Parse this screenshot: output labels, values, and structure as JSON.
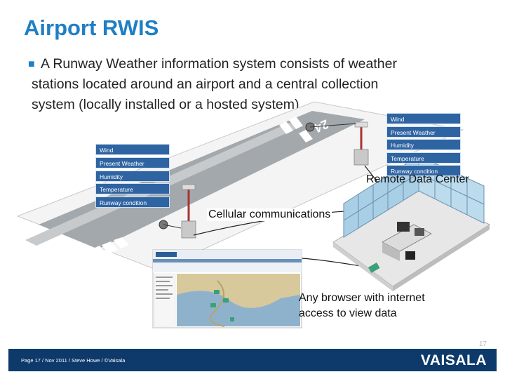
{
  "slide": {
    "title": "Airport RWIS",
    "bullet": [
      "A Runway Weather information system consists of weather",
      "stations located around an airport and a central collection",
      "system (locally installed or a hosted system)."
    ]
  },
  "station_right": {
    "params": [
      "Wind",
      "Present Weather",
      "Humidity",
      "Temperature",
      "Runway condition"
    ]
  },
  "station_left": {
    "params": [
      "Wind",
      "Present Weather",
      "Humidity",
      "Temperature",
      "Runway condition"
    ]
  },
  "runway": {
    "marking_near": "09",
    "marking_far": "24"
  },
  "labels": {
    "remote": "Remote Data Center",
    "cellular": "Cellular communications",
    "browser_l1": "Any browser with internet",
    "browser_l2": "access to view data"
  },
  "footer": {
    "text": "Page 17 / Nov 2011 / Steve Howe / ©Vaisala",
    "logo": "VAISALA",
    "page_number": "17"
  },
  "colors": {
    "title": "#1f7fc4",
    "data_box": "#2f64a2",
    "footer": "#0d3a6a",
    "runway": "#9aa0a6"
  }
}
